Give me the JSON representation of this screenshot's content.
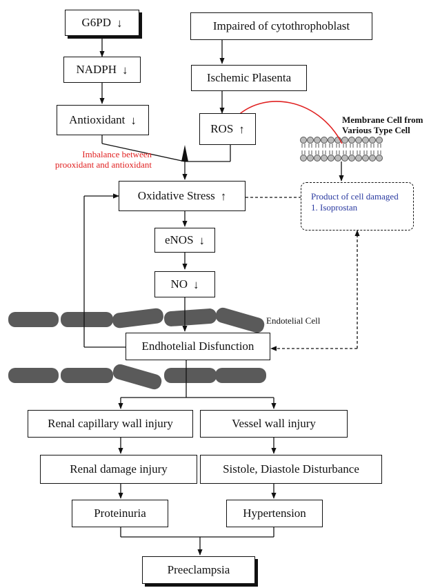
{
  "nodes": {
    "g6pd": {
      "label": "G6PD",
      "indicator": "↓"
    },
    "nadph": {
      "label": "NADPH",
      "indicator": "↓"
    },
    "antioxidant": {
      "label": "Antioxidant",
      "indicator": "↓"
    },
    "impaired": {
      "label": "Impaired of cytothrophoblast"
    },
    "ischemic": {
      "label": "Ischemic Plasenta"
    },
    "ros": {
      "label": "ROS",
      "indicator": "↑"
    },
    "oxidative": {
      "label": "Oxidative Stress",
      "indicator": "↑"
    },
    "enos": {
      "label": "eNOS",
      "indicator": "↓"
    },
    "no": {
      "label": "NO",
      "indicator": "↓"
    },
    "endothelial": {
      "label": "Endhotelial Disfunction"
    },
    "renal_wall": {
      "label": "Renal capillary wall injury"
    },
    "vessel_wall": {
      "label": "Vessel wall injury"
    },
    "renal_damage": {
      "label": "Renal damage injury"
    },
    "sistole": {
      "label": "Sistole, Diastole Disturbance"
    },
    "proteinuria": {
      "label": "Proteinuria"
    },
    "hypertension": {
      "label": "Hypertension"
    },
    "preeclampsia": {
      "label": "Preeclampsia"
    }
  },
  "annotations": {
    "imbalance_line1": "Imbalance between",
    "imbalance_line2": "prooxidant and antioxidant",
    "membrane_line1": "Membrane Cell from",
    "membrane_line2": "Various Type Cell",
    "product_line1": "Product of cell damaged",
    "product_line2": "1. Isoprostan",
    "endotelial_cell": "Endotelial Cell"
  },
  "colors": {
    "accent_red": "#e02020",
    "product_text": "#2a3aa0",
    "cell_gray": "#5a5a5a"
  }
}
